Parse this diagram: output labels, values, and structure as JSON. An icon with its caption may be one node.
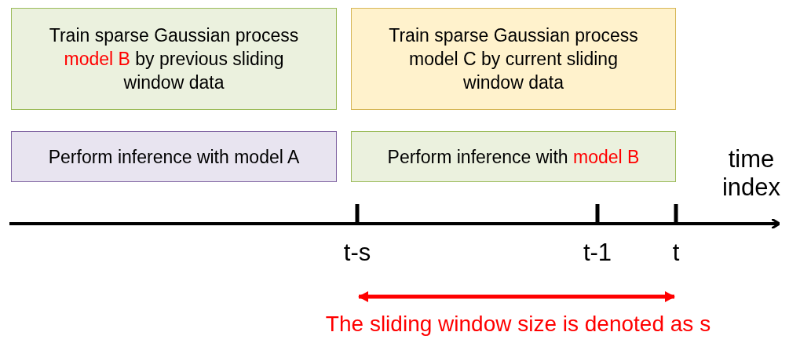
{
  "diagram": {
    "nodes": [
      {
        "text": [
          "Train sparse Gaussian process model B by previous sliding window data"
        ]
      },
      {
        "text": [
          "Train sparse Gaussian process model C by current sliding window data"
        ]
      },
      {
        "text": [
          "Perform inference with model A"
        ]
      },
      {
        "text": [
          "Perform inference with model B"
        ]
      }
    ],
    "edges": [],
    "labels": [
      "time index",
      "t-s",
      "t-1",
      "t",
      "The sliding window size is denoted as s"
    ]
  }
}
